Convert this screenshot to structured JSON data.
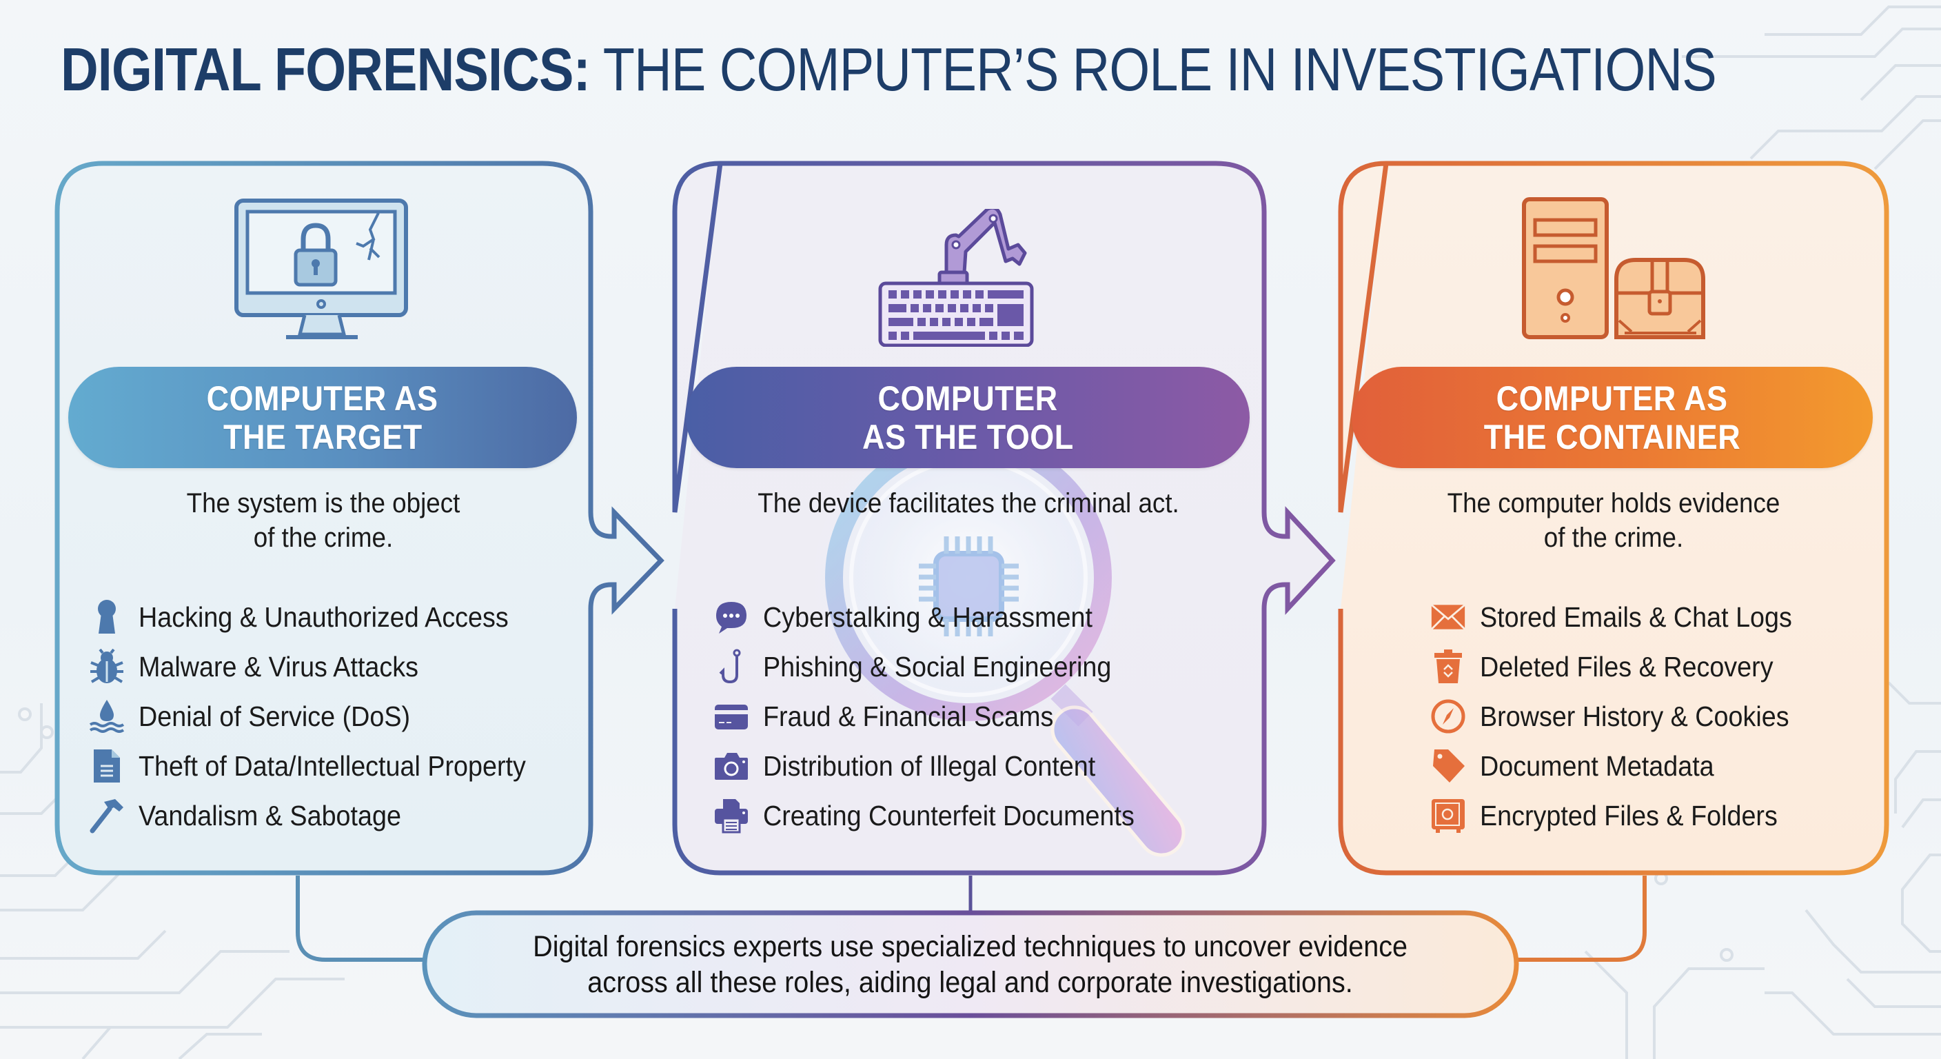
{
  "title": {
    "bold": "DIGITAL FORENSICS:",
    "regular": " THE COMPUTER’S ROLE IN INVESTIGATIONS"
  },
  "colors": {
    "title": "#1d3d68",
    "target_accent": "#4f7fb0",
    "target_pill_start": "#5ea6cf",
    "target_pill_end": "#4e6fa6",
    "tool_accent": "#5c55a3",
    "tool_pill_start": "#4b5ea6",
    "tool_pill_end": "#8a5aa6",
    "container_accent": "#e0733a",
    "container_pill_start": "#e2623a",
    "container_pill_end": "#f2972f"
  },
  "panels": [
    {
      "id": "target",
      "hero_icon": "monitor-lock-icon",
      "header_lines": [
        "COMPUTER AS",
        "THE TARGET"
      ],
      "description_lines": [
        "The system is the object",
        "of the crime."
      ],
      "items": [
        {
          "icon": "keyhole-icon",
          "label": "Hacking & Unauthorized Access"
        },
        {
          "icon": "bug-icon",
          "label": "Malware & Virus Attacks"
        },
        {
          "icon": "flood-icon",
          "label": "Denial of Service (DoS)"
        },
        {
          "icon": "document-icon",
          "label": "Theft of Data/Intellectual Property"
        },
        {
          "icon": "hammer-icon",
          "label": "Vandalism & Sabotage"
        }
      ]
    },
    {
      "id": "tool",
      "hero_icon": "keyboard-robot-arm-icon",
      "header_lines": [
        "COMPUTER",
        "AS THE TOOL"
      ],
      "description_lines": [
        "The device facilitates the criminal act."
      ],
      "items": [
        {
          "icon": "chat-bubble-icon",
          "label": "Cyberstalking & Harassment"
        },
        {
          "icon": "fishing-hook-icon",
          "label": "Phishing & Social Engineering"
        },
        {
          "icon": "credit-card-icon",
          "label": "Fraud & Financial Scams"
        },
        {
          "icon": "camera-icon",
          "label": "Distribution of Illegal Content"
        },
        {
          "icon": "printer-icon",
          "label": "Creating Counterfeit Documents"
        }
      ]
    },
    {
      "id": "container",
      "hero_icon": "tower-pc-chest-icon",
      "header_lines": [
        "COMPUTER AS",
        "THE CONTAINER"
      ],
      "description_lines": [
        "The computer holds evidence",
        "of the crime."
      ],
      "items": [
        {
          "icon": "envelope-icon",
          "label": "Stored Emails & Chat Logs"
        },
        {
          "icon": "recycle-bin-icon",
          "label": "Deleted Files & Recovery"
        },
        {
          "icon": "compass-icon",
          "label": "Browser History & Cookies"
        },
        {
          "icon": "tag-icon",
          "label": "Document Metadata"
        },
        {
          "icon": "safe-icon",
          "label": "Encrypted Files & Folders"
        }
      ]
    }
  ],
  "summary": {
    "lines": [
      "Digital forensics experts use specialized techniques to uncover evidence",
      "across all these roles, aiding legal and corporate investigations."
    ]
  }
}
